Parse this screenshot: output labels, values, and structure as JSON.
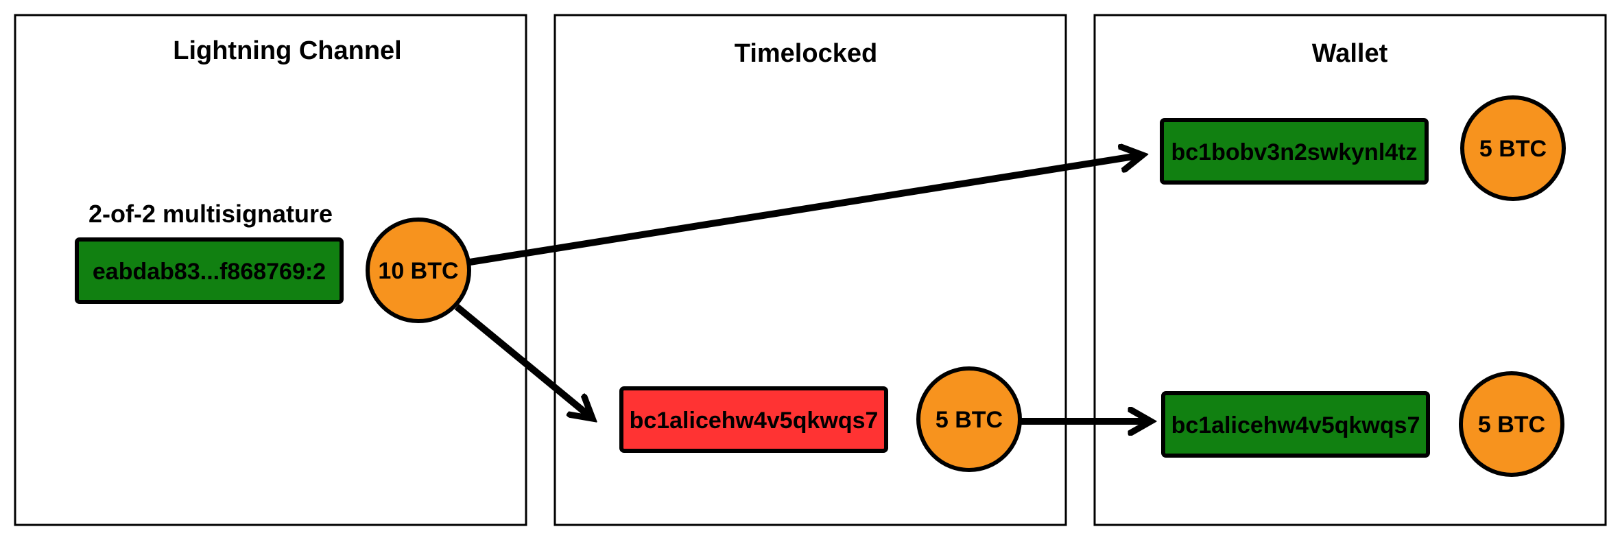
{
  "colors": {
    "green": "#118011",
    "red": "#ff3333",
    "orange": "#f7931e",
    "stroke": "#000000"
  },
  "panels": {
    "lightning": {
      "title": "Lightning Channel"
    },
    "timelocked": {
      "title": "Timelocked"
    },
    "wallet": {
      "title": "Wallet"
    }
  },
  "multisig": {
    "caption": "2-of-2 multisignature",
    "address": "eabdab83...f868769:2",
    "amount": "10 BTC"
  },
  "timelocked_output": {
    "address": "bc1alicehw4v5qkwqs7",
    "amount": "5 BTC"
  },
  "wallet_bob": {
    "address": "bc1bobv3n2swkynl4tz",
    "amount": "5 BTC"
  },
  "wallet_alice": {
    "address": "bc1alicehw4v5qkwqs7",
    "amount": "5 BTC"
  }
}
